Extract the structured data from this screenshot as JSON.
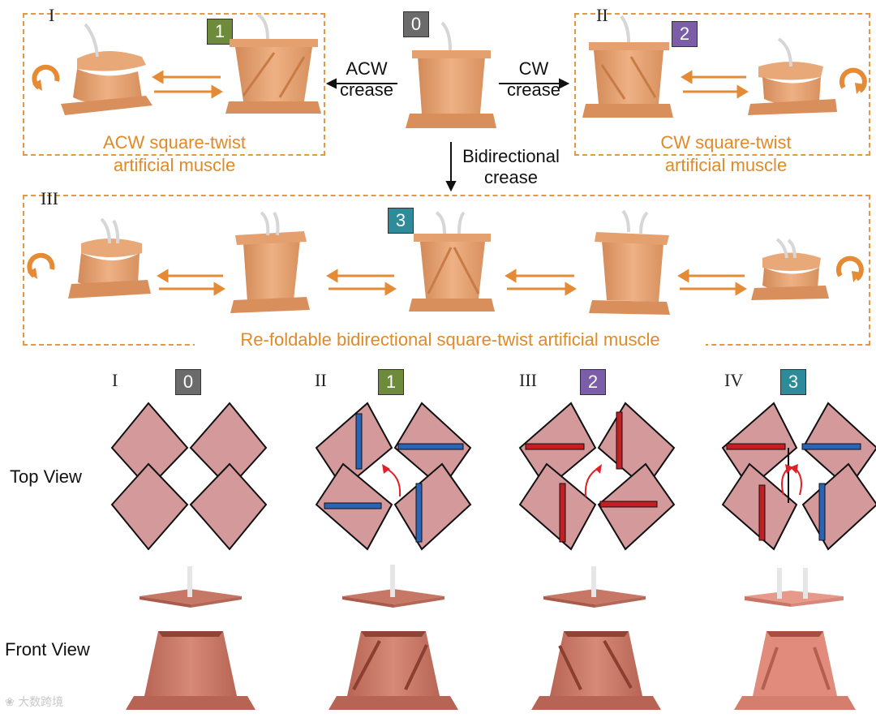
{
  "top": {
    "panel_1": {
      "roman": "I",
      "badge": "1",
      "caption_line1": "ACW square-twist",
      "caption_line2": "artificial muscle"
    },
    "panel_2": {
      "roman": "II",
      "badge": "2",
      "caption_line1": "CW square-twist",
      "caption_line2": "artificial muscle"
    },
    "panel_3": {
      "roman": "III",
      "badge": "3",
      "caption": "Re-foldable bidirectional square-twist artificial muscle"
    },
    "center_badge": "0",
    "acw_label_1": "ACW",
    "acw_label_2": "crease",
    "cw_label_1": "CW",
    "cw_label_2": "crease",
    "bi_label_1": "Bidirectional",
    "bi_label_2": "crease"
  },
  "bottom": {
    "row_top": "Top View",
    "row_front": "Front View",
    "columns": [
      {
        "roman": "I",
        "badge": "0"
      },
      {
        "roman": "II",
        "badge": "1"
      },
      {
        "roman": "III",
        "badge": "2"
      },
      {
        "roman": "IV",
        "badge": "3"
      }
    ]
  },
  "watermark": "大数跨境",
  "colors": {
    "badge_0": "#6b6b6b",
    "badge_1": "#6d8b3a",
    "badge_2": "#7b5ea7",
    "badge_3": "#2d8b9a",
    "dashed": "#e39a42",
    "caption": "#e08a28",
    "panel_fill": "#d4999a",
    "crease_blue": "#2a64b5",
    "crease_red": "#c51d22",
    "muscle": "#e8a877",
    "print_body": "#c57564"
  }
}
